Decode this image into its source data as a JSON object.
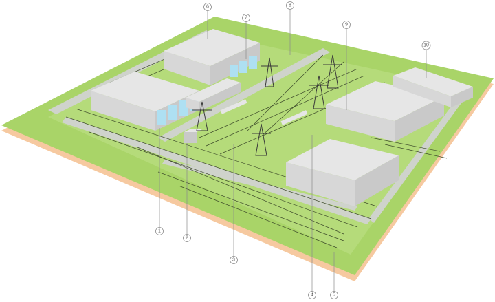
{
  "callouts": [
    {
      "id": "c1",
      "label": "1"
    },
    {
      "id": "c2",
      "label": "2"
    },
    {
      "id": "c3",
      "label": "3"
    },
    {
      "id": "c4",
      "label": "4"
    },
    {
      "id": "c5",
      "label": "5"
    },
    {
      "id": "c6",
      "label": "6"
    },
    {
      "id": "c7",
      "label": "7"
    },
    {
      "id": "c8",
      "label": "8"
    },
    {
      "id": "c9",
      "label": "9"
    },
    {
      "id": "c10",
      "label": "10"
    }
  ],
  "colors": {
    "ground": "#a9d468",
    "ground_dark": "#8fbf4e",
    "base_edge": "#f6c9a0",
    "building_top": "#e6e6e6",
    "building_side": "#c9c9c9",
    "building_front": "#d7d7d7",
    "transformer_glass": "#aee0f2",
    "road": "#cfd3cc",
    "tower": "#3a3a3a"
  }
}
